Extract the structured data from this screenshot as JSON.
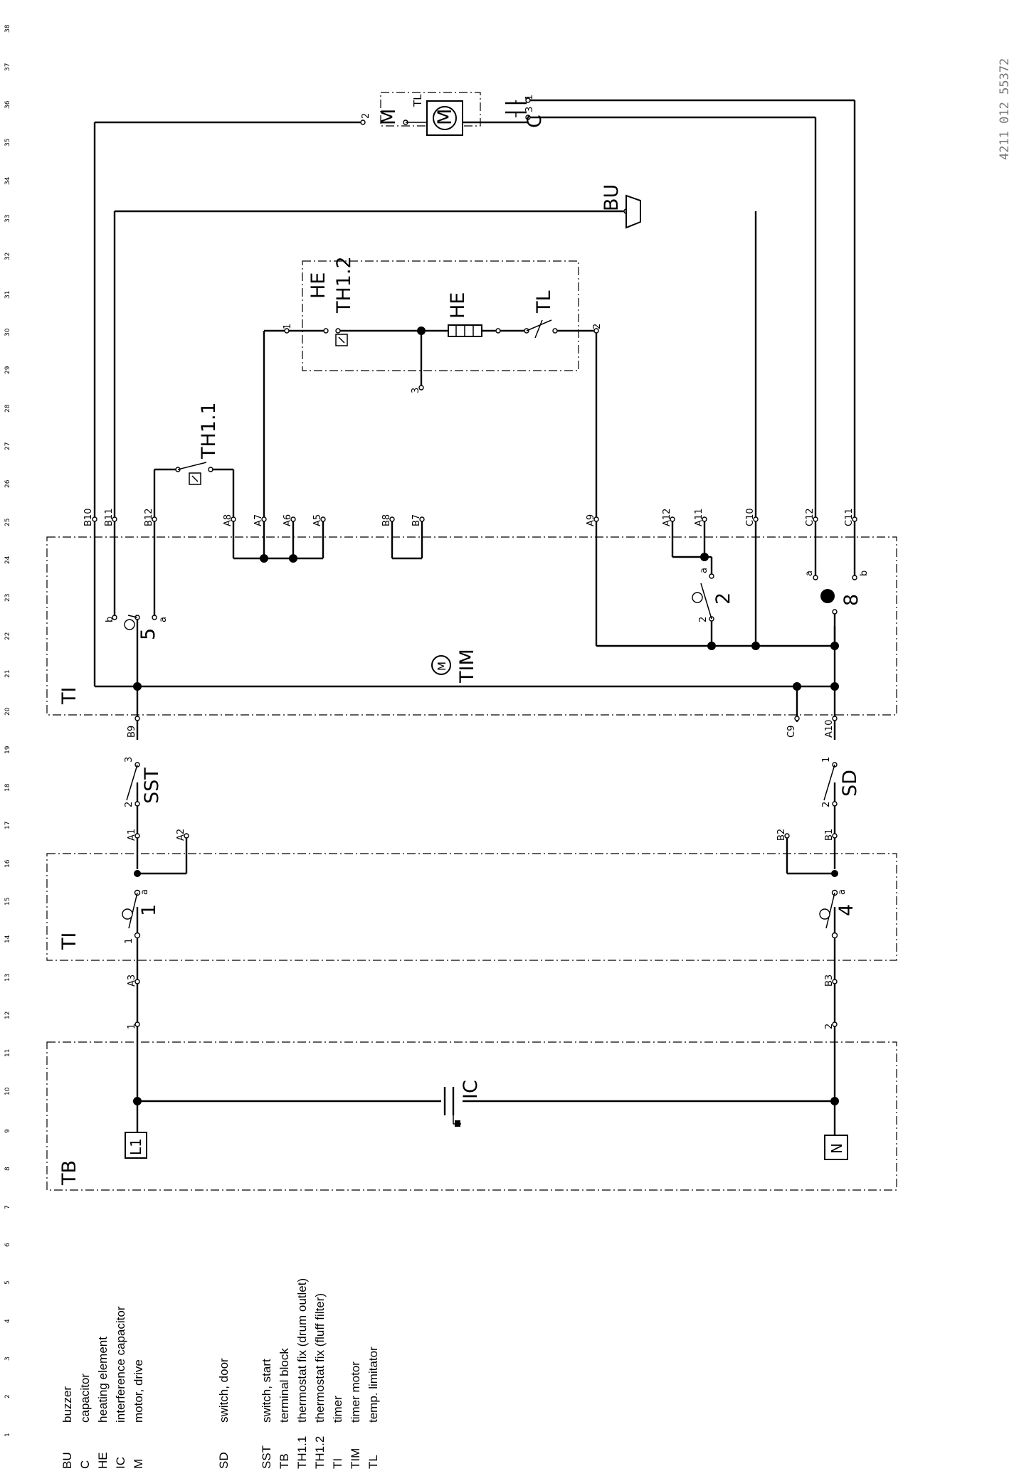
{
  "document_code": "4211 012 55372",
  "ruler": [
    "1",
    "2",
    "3",
    "4",
    "5",
    "6",
    "7",
    "8",
    "9",
    "10",
    "11",
    "12",
    "13",
    "14",
    "15",
    "16",
    "17",
    "18",
    "19",
    "20",
    "21",
    "22",
    "23",
    "24",
    "25",
    "26",
    "27",
    "28",
    "29",
    "30",
    "31",
    "32",
    "33",
    "34",
    "35",
    "36",
    "37",
    "38"
  ],
  "boxes": {
    "tb": "TB",
    "ti_left": "TI",
    "ti_right": "TI"
  },
  "components": {
    "L1": "L1",
    "N": "N",
    "IC": "IC",
    "SST": "SST",
    "SD": "SD",
    "TIM": "TIM",
    "BU": "BU",
    "C": "C",
    "M": "M",
    "TL_motor": "TL",
    "TH11": "TH1.1",
    "HE_box": "HE",
    "TH12": "TH1.2",
    "HE": "HE",
    "TL_heater": "TL",
    "sw1": "1",
    "sw2": "2",
    "sw4": "4",
    "sw5": "5",
    "sw8": "8",
    "m_glyph": "M"
  },
  "pins": {
    "A1": "A1",
    "A2": "A2",
    "A3": "A3",
    "A5": "A5",
    "A6": "A6",
    "A7": "A7",
    "A8": "A8",
    "A9": "A9",
    "A10": "A10",
    "A11": "A11",
    "A12": "A12",
    "B1": "B1",
    "B2": "B2",
    "B3": "B3",
    "B7": "B7",
    "B8": "B8",
    "B9": "B9",
    "B10": "B10",
    "B11": "B11",
    "B12": "B12",
    "C9": "C9",
    "C10": "C10",
    "C11": "C11",
    "C12": "C12",
    "n1": "1",
    "n2": "2",
    "n3": "3",
    "a": "a",
    "b": "b"
  },
  "legend": {
    "group1": [
      {
        "code": "BU",
        "desc": "buzzer"
      },
      {
        "code": "C",
        "desc": "capacitor"
      },
      {
        "code": "HE",
        "desc": "heating element"
      },
      {
        "code": "IC",
        "desc": "interference capacitor"
      },
      {
        "code": "M",
        "desc": "motor, drive"
      }
    ],
    "group2": [
      {
        "code": "SD",
        "desc": "switch, door"
      }
    ],
    "group3": [
      {
        "code": "SST",
        "desc": "switch, start"
      },
      {
        "code": "TB",
        "desc": "terminal block"
      },
      {
        "code": "TH1.1",
        "desc": "thermostat fix (drum outlet)"
      },
      {
        "code": "TH1.2",
        "desc": "thermostat fix (fluff filter)"
      },
      {
        "code": "TI",
        "desc": "timer"
      },
      {
        "code": "TIM",
        "desc": "timer motor"
      },
      {
        "code": "TL",
        "desc": "temp. limitator"
      }
    ]
  }
}
